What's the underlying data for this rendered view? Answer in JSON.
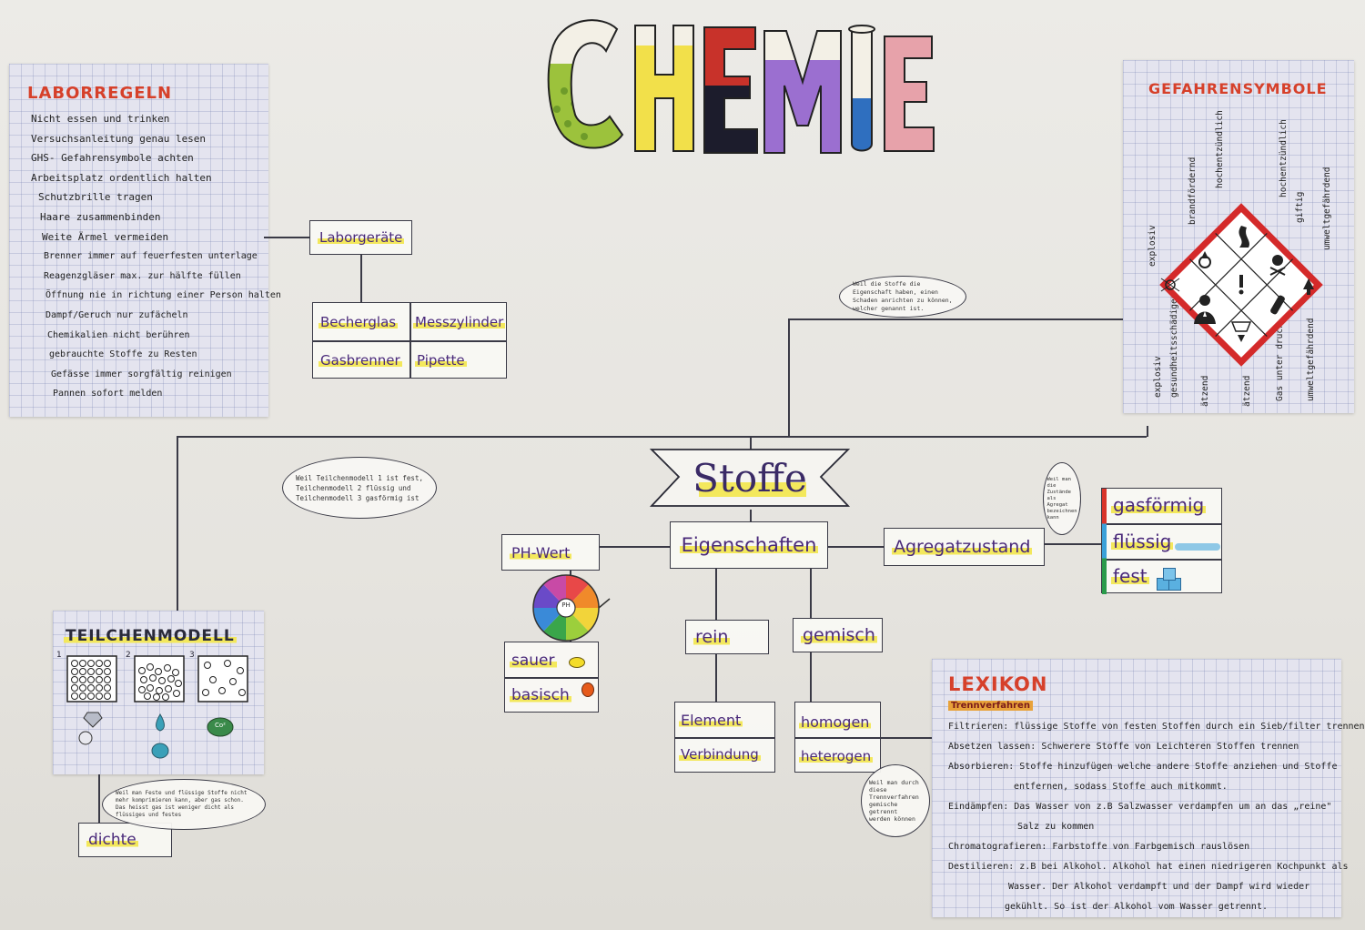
{
  "title": "CHEMIE",
  "labor": {
    "title": "LABORREGELN",
    "rules": [
      "Nicht essen und trinken",
      "Versuchsanleitung genau lesen",
      "GHS- Gefahrensymbole achten",
      "Arbeitsplatz ordentlich halten",
      "Schutzbrille tragen",
      "Haare zusammenbinden",
      "Weite Ärmel vermeiden",
      "Brenner immer auf feuerfesten unterlage",
      "Reagenzgläser max. zur hälfte füllen",
      "Öffnung nie in richtung einer Person halten",
      "Dampf/Geruch nur zufächeln",
      "Chemikalien nicht berühren",
      "gebrauchte Stoffe zu Resten",
      "Gefässe immer sorgfältig reinigen",
      "Pannen sofort melden"
    ]
  },
  "geraete": {
    "title": "Laborgeräte",
    "items": [
      "Becherglas",
      "Messzylinder",
      "Gasbrenner",
      "Pipette"
    ]
  },
  "gefahr": {
    "title": "GEFAHRENSYMBOLE",
    "top_labels": [
      "explosiv",
      "brandfördernd",
      "hochentzündlich",
      "hochentzündlich",
      "giftig",
      "umweltgefährdend"
    ],
    "bottom_labels": [
      "explosiv",
      "gesundheitsschädigend",
      "ätzend",
      "ätzend",
      "Gas unter druck",
      "umweltgefährdend"
    ]
  },
  "center": {
    "title": "Stoffe",
    "eigenschaften": "Eigenschaften",
    "ph": "PH-Wert",
    "ph_items": [
      "sauer",
      "basisch"
    ],
    "ph_wheel_label": "PH",
    "agregat": "Agregatzustand",
    "zustaende": [
      "gasförmig",
      "flüssig",
      "fest"
    ],
    "rein": "rein",
    "gemisch": "gemisch",
    "rein_items": [
      "Element",
      "Verbindung"
    ],
    "gemisch_items": [
      "homogen",
      "heterogen"
    ]
  },
  "teilchen": {
    "title": "TEILCHENMODELL",
    "numbers": [
      "1",
      "2",
      "3"
    ],
    "dichte": "dichte",
    "gas_label": "Co²"
  },
  "lexikon": {
    "title": "LEXIKON",
    "subtitle": "Trennverfahren",
    "entries": [
      {
        "term": "Filtrieren:",
        "text": "flüssige Stoffe von festen Stoffen durch ein Sieb/filter trennen"
      },
      {
        "term": "Absetzen lassen:",
        "text": "Schwerere Stoffe von Leichteren Stoffen trennen"
      },
      {
        "term": "Absorbieren:",
        "text": "Stoffe hinzufügen welche andere Stoffe anziehen und Stoffe"
      },
      {
        "term": "",
        "text": "entfernen, sodass Stoffe auch mitkommt."
      },
      {
        "term": "Eindämpfen:",
        "text": "Das Wasser von z.B Salzwasser verdampfen um an das „reine\""
      },
      {
        "term": "",
        "text": "Salz zu kommen"
      },
      {
        "term": "Chromatografieren:",
        "text": "Farbstoffe von Farbgemisch rauslösen"
      },
      {
        "term": "Destilieren:",
        "text": "z.B bei Alkohol. Alkohol hat einen niedrigeren Kochpunkt als"
      },
      {
        "term": "",
        "text": "Wasser. Der Alkohol verdampft und der Dampf wird wieder"
      },
      {
        "term": "",
        "text": "gekühlt. So ist der Alkohol vom Wasser getrennt."
      }
    ]
  },
  "bubbles": {
    "gefahr": "Weil die Stoffe die Eigenschaft haben, einen Schaden anrichten zu können, welcher genannt ist.",
    "teilchen": "Weil Teilchenmodell 1 ist fest, Teilchenmodell 2 flüssig und Teilchenmodell 3 gasförmig ist",
    "agregat": "Weil man die Zustände als Agregat bezeichnen kann",
    "dichte": "Weil man Feste und flüssige Stoffe nicht mehr komprimieren kann, aber gas schon. Das heisst gas ist weniger dicht als flüssiges und festes",
    "gemisch": "Weil man durch diese Trennverfahren gemische getrennt werden können"
  },
  "colors": {
    "C": "#9cc23c",
    "H": "#f2e04a",
    "E": "#c8322a",
    "M": "#9b6fd0",
    "I": "#2f6fbf",
    "E2": "#e7a2aa",
    "title_red": "#d6402a",
    "label_purple": "#4a2a7a",
    "highlight": "#f3e85c"
  }
}
